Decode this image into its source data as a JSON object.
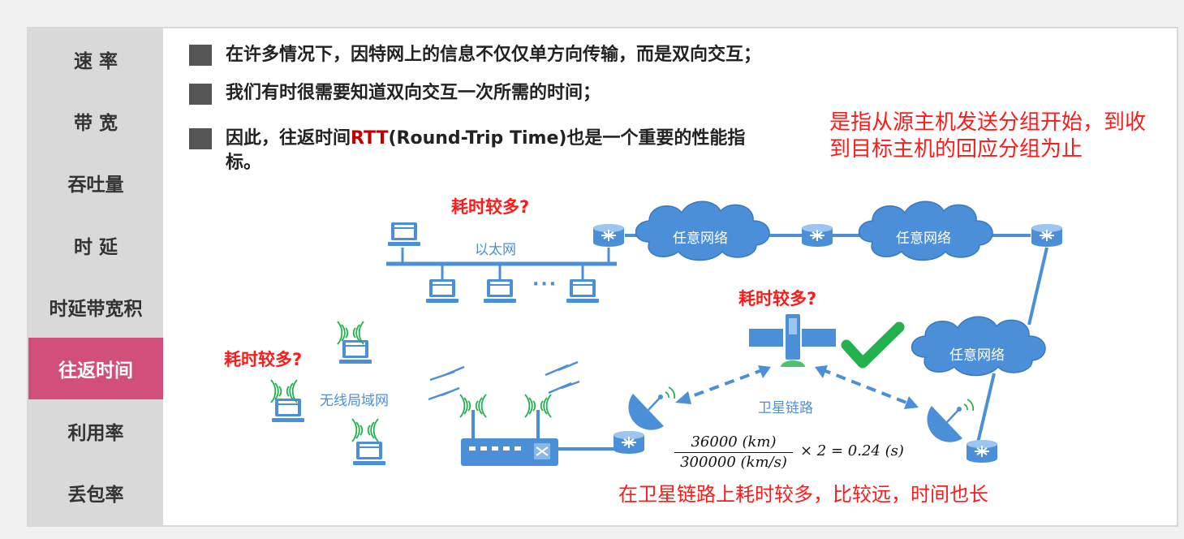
{
  "sidebar": {
    "items": [
      {
        "label": "速 率"
      },
      {
        "label": "带 宽"
      },
      {
        "label": "吞吐量"
      },
      {
        "label": "时 延"
      },
      {
        "label": "时延带宽积"
      },
      {
        "label": "往返时间",
        "active": true
      },
      {
        "label": "利用率"
      },
      {
        "label": "丢包率"
      }
    ]
  },
  "bullets": {
    "b1": "在许多情况下，因特网上的信息不仅仅单方向传输，而是双向交互；",
    "b2": "我们有时很需要知道双向交互一次所需的时间；",
    "b3_pre": "因此，往返时间",
    "b3_rtt": "RTT",
    "b3_post": "(Round-Trip Time)也是一个重要的性能指",
    "b3_cont": "标。"
  },
  "rtt_note": {
    "line1": "是指从源主机发送分组开始，到收",
    "line2": "到目标主机的回应分组为止"
  },
  "diagram": {
    "slow_label": "耗时较多?",
    "ethernet": "以太网",
    "wlan": "无线局域网",
    "satellite_link": "卫星链路",
    "any_network": "任意网络",
    "ellipsis": "···"
  },
  "formula": {
    "numerator": "36000  (km)",
    "denominator": "300000  (km/s)",
    "rest": "×  2  =  0.24  (s)"
  },
  "satellite_note": "在卫星链路上耗时较多，比较远，时间也长",
  "colors": {
    "accent_active": "#d14f7a",
    "device_blue": "#4a8fd8",
    "note_red": "#ff1a1a",
    "check_green": "#22b14c"
  }
}
